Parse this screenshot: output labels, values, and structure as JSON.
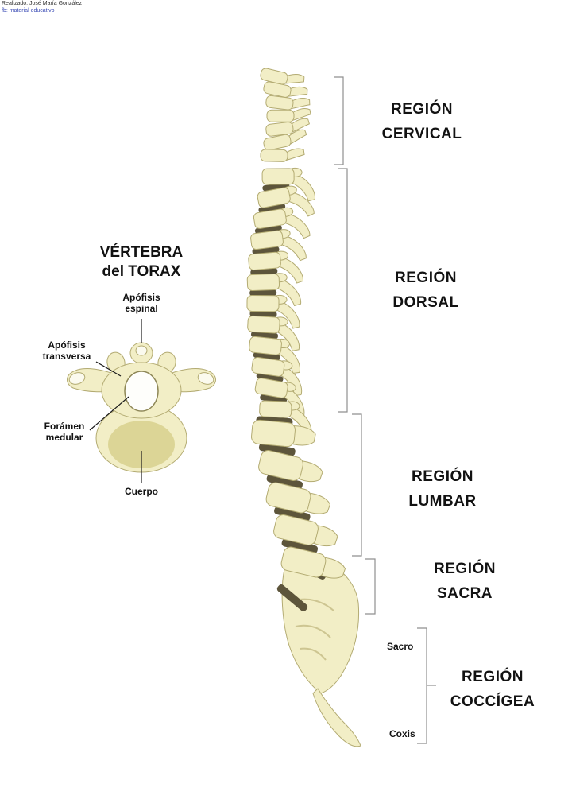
{
  "credit": {
    "line1": "Realizado: José María González",
    "line2": "fb: material educativo"
  },
  "vertebra_panel": {
    "title": "VÉRTEBRA\ndel TORAX",
    "labels": {
      "apofisis_espinal": "Apófisis\nespinal",
      "apofisis_transversa": "Apófisis\ntransversa",
      "foramen_medular": "Forámen\nmedular",
      "cuerpo": "Cuerpo"
    }
  },
  "regions": [
    {
      "id": "cervical",
      "name": "REGIÓN\nCERVICAL"
    },
    {
      "id": "dorsal",
      "name": "REGIÓN\nDORSAL"
    },
    {
      "id": "lumbar",
      "name": "REGIÓN\nLUMBAR"
    },
    {
      "id": "sacra",
      "name": "REGIÓN\nSACRA"
    },
    {
      "id": "coccigea",
      "name": "REGIÓN\nCOCCÍGEA"
    }
  ],
  "bone_labels": {
    "sacro": "Sacro",
    "coxis": "Coxis"
  },
  "colors": {
    "bone": "#f2eec6",
    "bone_shade": "#dcd596",
    "disc": "#5d553b",
    "outline": "#b3ab72"
  }
}
